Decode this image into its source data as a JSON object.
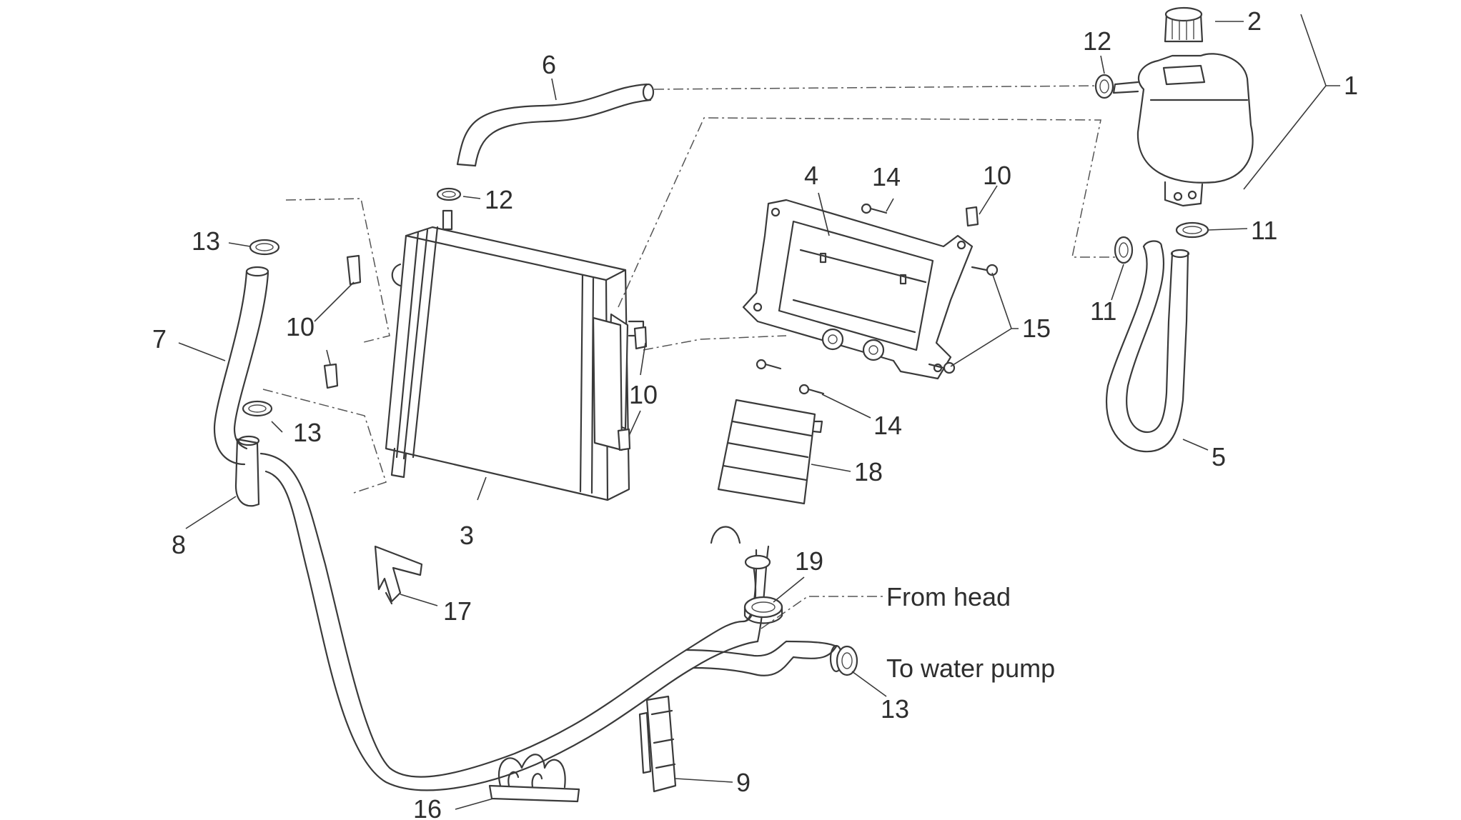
{
  "colors": {
    "line": "#3a3a3a",
    "text": "#2e2e2e",
    "background": "#ffffff"
  },
  "callouts": {
    "c1": "1",
    "c2": "2",
    "c3": "3",
    "c4": "4",
    "c5": "5",
    "c6": "6",
    "c7": "7",
    "c8": "8",
    "c9": "9",
    "c10a": "10",
    "c10b": "10",
    "c10c": "10",
    "c11a": "11",
    "c11b": "11",
    "c12a": "12",
    "c12b": "12",
    "c13a": "13",
    "c13b": "13",
    "c13c": "13",
    "c14a": "14",
    "c14b": "14",
    "c15": "15",
    "c16": "16",
    "c17": "17",
    "c18": "18",
    "c19": "19"
  },
  "notes": {
    "from_head": "From head",
    "to_water_pump": "To water pump"
  }
}
